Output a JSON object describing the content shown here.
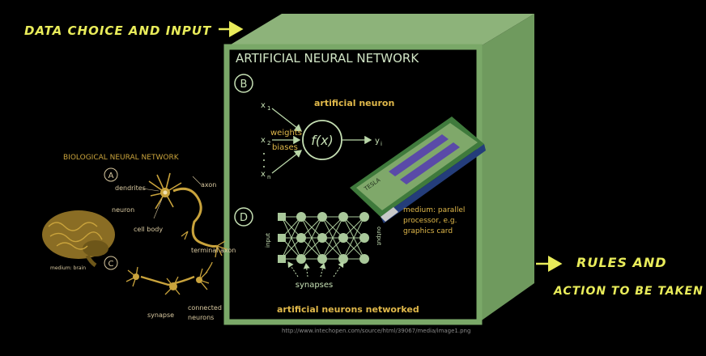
{
  "annotations": {
    "top_left": "DATA CHOICE AND INPUT",
    "right_line1": "RULES AND",
    "right_line2": "ACTION TO BE TAKEN"
  },
  "ann": {
    "title": "ARTIFICIAL NEURAL NETWORK",
    "section_b_marker": "B",
    "section_d_marker": "D",
    "neuron_title": "artificial neuron",
    "x1": "x",
    "x1_sub": "1",
    "x2": "x",
    "x2_sub": "2",
    "xn": "x",
    "xn_sub": "n",
    "weights": "weights",
    "biases": "biases",
    "function": "f(x)",
    "output": "y",
    "output_sub": "i",
    "gpu_label": "TESLA",
    "medium_line1": "medium: parallel",
    "medium_line2": "processor, e.g.",
    "medium_line3": "graphics card",
    "input_label": "input",
    "output_label": "output",
    "synapses": "synapses",
    "networked": "artificial neurons networked"
  },
  "bio": {
    "title": "BIOLOGICAL NEURAL NETWORK",
    "marker_a": "A",
    "marker_c": "C",
    "dendrites": "dendrites",
    "axon": "axon",
    "neuron": "neuron",
    "cell_body": "cell body",
    "terminal_axon": "terminal axon",
    "medium": "medium: brain",
    "synapse": "synapse",
    "connected1": "connected",
    "connected2": "neurons"
  },
  "source_url": "http://www.intechopen.com/source/html/39067/media/image1.png",
  "colors": {
    "background": "#000000",
    "box_green": "#7aa868",
    "annotation_yellow": "#e9ec5a",
    "neuron_gold": "#c9a33c"
  }
}
